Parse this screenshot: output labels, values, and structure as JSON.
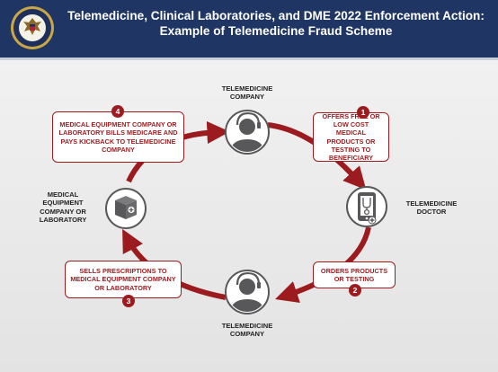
{
  "header": {
    "title_line1": "Telemedicine, Clinical Laboratories, and DME 2022 Enforcement Action:",
    "title_line2": "Example of Telemedicine Fraud Scheme",
    "seal_icon": "doj-seal-icon"
  },
  "colors": {
    "header_bg": "#1f3564",
    "accent": "#9b1b1f",
    "icon_fill": "#58585a"
  },
  "nodes": {
    "top": {
      "label": "TELEMEDICINE COMPANY",
      "icon": "headset-person-icon"
    },
    "right": {
      "label": "TELEMEDICINE DOCTOR",
      "icon": "phone-stethoscope-icon"
    },
    "bottom": {
      "label": "TELEMEDICINE COMPANY",
      "icon": "headset-person-icon"
    },
    "left": {
      "label": "MEDICAL EQUIPMENT COMPANY OR LABORATORY",
      "icon": "medical-box-icon"
    }
  },
  "steps": [
    {
      "number": "1",
      "text": "OFFERS FREE OR LOW COST MEDICAL PRODUCTS OR TESTING TO BENEFICIARY"
    },
    {
      "number": "2",
      "text": "ORDERS PRODUCTS OR TESTING"
    },
    {
      "number": "3",
      "text": "SELLS PRESCRIPTIONS TO MEDICAL EQUIPMENT COMPANY OR LABORATORY"
    },
    {
      "number": "4",
      "text": "MEDICAL EQUIPMENT COMPANY OR LABORATORY BILLS MEDICARE AND PAYS KICKBACK TO TELEMEDICINE COMPANY"
    }
  ]
}
